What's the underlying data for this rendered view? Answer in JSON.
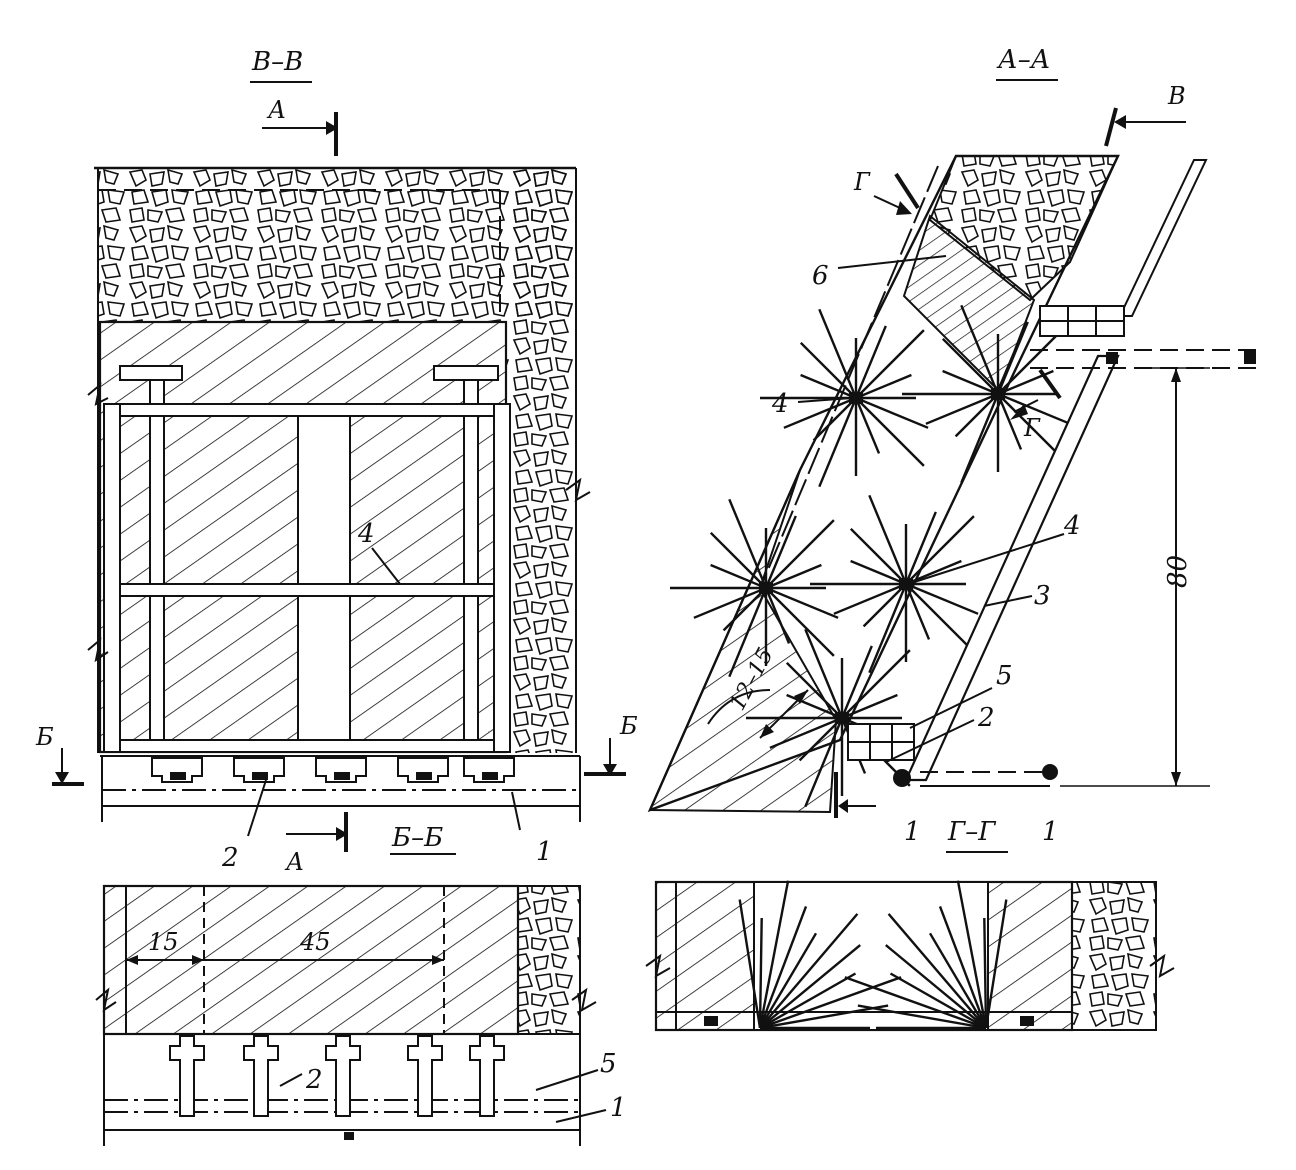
{
  "views": {
    "vv": {
      "title": "В–В"
    },
    "aa": {
      "title": "А–А"
    },
    "bb": {
      "title": "Б–Б"
    },
    "gg": {
      "title": "Г–Г"
    }
  },
  "cut_marks": {
    "a": "А",
    "b": "Б",
    "v": "В",
    "g": "Г"
  },
  "callouts": {
    "n1": "1",
    "n2": "2",
    "n3": "3",
    "n4": "4",
    "n5": "5",
    "n6": "6"
  },
  "dimensions": {
    "d80": "80",
    "d12_15": "12–15",
    "d15": "15",
    "d45": "45"
  },
  "colors": {
    "ink": "#111111",
    "paper": "#ffffff"
  }
}
